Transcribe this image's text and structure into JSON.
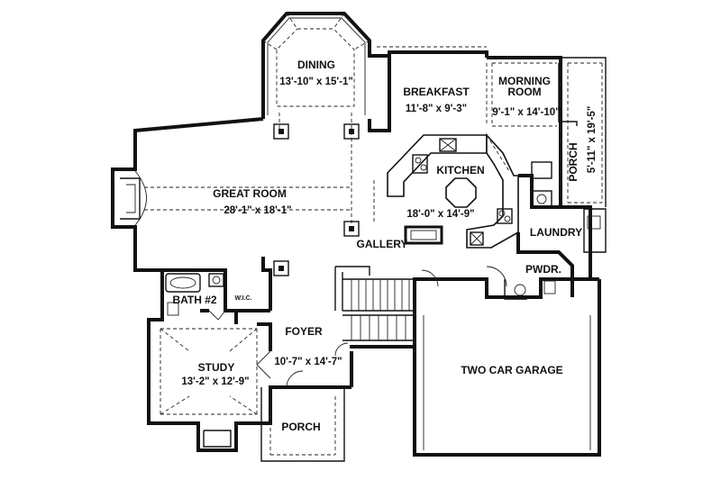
{
  "rooms": {
    "dining": {
      "name": "DINING",
      "size": "13'-10\" x 15'-1\""
    },
    "breakfast": {
      "name": "BREAKFAST",
      "size": "11'-8\" x 9'-3\""
    },
    "morning": {
      "name_line1": "MORNING",
      "name_line2": "ROOM",
      "size": "9'-1\" x 14'-10\""
    },
    "porch_side": {
      "name": "PORCH",
      "size": "5'-11\" x 19'-5\""
    },
    "kitchen": {
      "name": "KITCHEN",
      "size": "18'-0\" x 14'-9\""
    },
    "great": {
      "name": "GREAT ROOM",
      "size": "28'-1\" x 18'-1\""
    },
    "gallery": {
      "name": "GALLERY"
    },
    "laundry": {
      "name": "LAUNDRY"
    },
    "powder": {
      "name": "PWDR."
    },
    "bath": {
      "name": "BATH #2"
    },
    "wic": {
      "name": "W.I.C."
    },
    "foyer": {
      "name": "FOYER",
      "size": "10'-7\" x 14'-7\""
    },
    "study": {
      "name": "STUDY",
      "size": "13'-2\" x 12'-9\""
    },
    "garage": {
      "name": "TWO CAR GARAGE"
    },
    "porch_front": {
      "name": "PORCH"
    }
  }
}
